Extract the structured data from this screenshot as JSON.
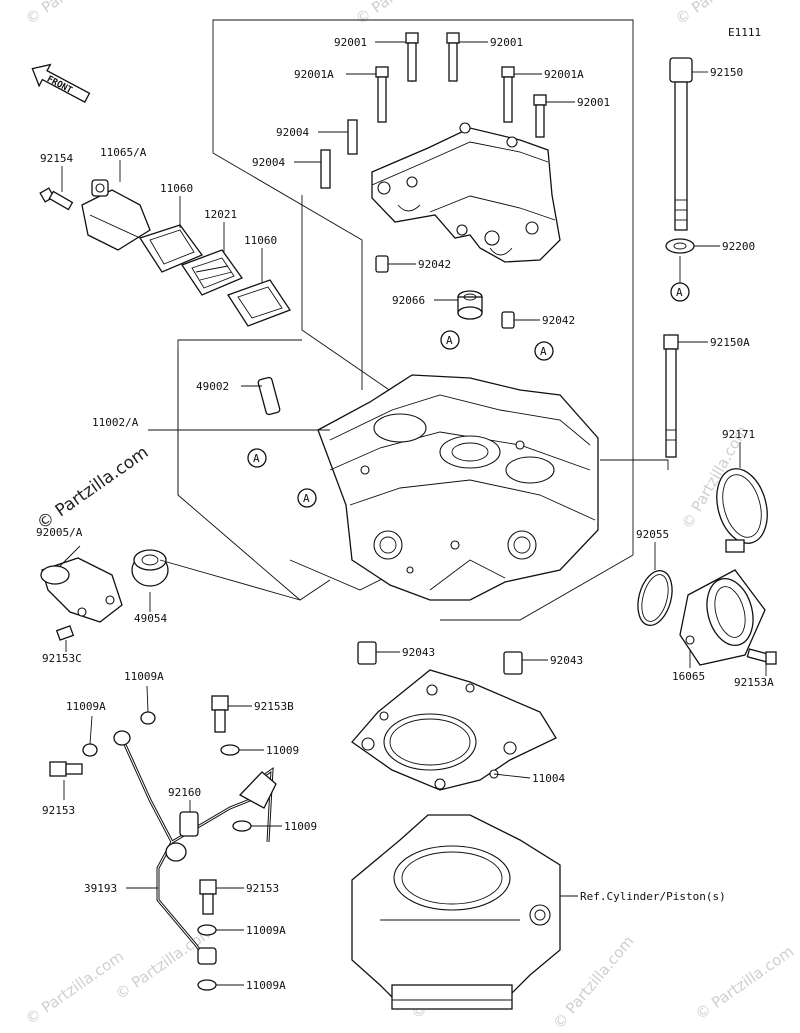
{
  "diagram": {
    "code": "E1111",
    "front_label": "FRONT",
    "watermark": "© Partzilla.com",
    "ref_note": "Ref.Cylinder/Piston(s)",
    "callout_letter": "A",
    "part_labels": {
      "p92001_a": "92001",
      "p92001_b": "92001",
      "p92001A_a": "92001A",
      "p92001A_b": "92001A",
      "p92001_c": "92001",
      "p92004_a": "92004",
      "p92004_b": "92004",
      "p92042_a": "92042",
      "p92042_b": "92042",
      "p92066": "92066",
      "p92150": "92150",
      "p92200": "92200",
      "p92150A": "92150A",
      "p92154": "92154",
      "p11065A": "11065/A",
      "p11060_a": "11060",
      "p12021": "12021",
      "p11060_b": "11060",
      "p49002": "49002",
      "p11002A": "11002/A",
      "p92005A": "92005/A",
      "p49054": "49054",
      "p92153C": "92153C",
      "p92171": "92171",
      "p92055": "92055",
      "p16065": "16065",
      "p92153A": "92153A",
      "p92043_a": "92043",
      "p92043_b": "92043",
      "p11009A_a": "11009A",
      "p11009A_b": "11009A",
      "p92153B": "92153B",
      "p11009_a": "11009",
      "p92153_a": "92153",
      "p92160": "92160",
      "p11009_b": "11009",
      "p11004": "11004",
      "p39193": "39193",
      "p92153_b": "92153",
      "p11009A_c": "11009A",
      "p11009A_d": "11009A"
    }
  }
}
